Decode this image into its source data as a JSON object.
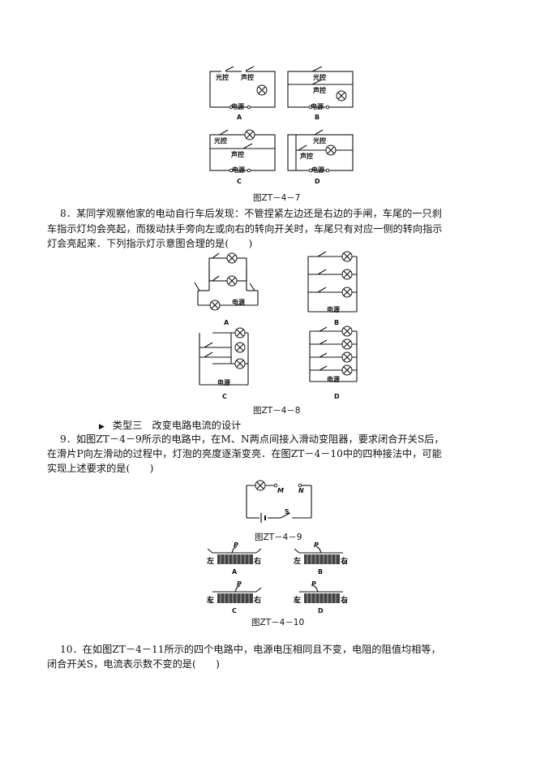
{
  "figures": {
    "fig7": {
      "caption": "图ZT－4－7",
      "labels": {
        "light": "光控",
        "sound": "声控",
        "power": "电源"
      },
      "options": [
        "A",
        "B",
        "C",
        "D"
      ]
    },
    "fig8": {
      "caption": "图ZT－4－8",
      "power": "电源",
      "options": [
        "A",
        "B",
        "C",
        "D"
      ]
    },
    "fig9": {
      "caption": "图ZT－4－9",
      "m": "M",
      "n": "N",
      "s": "S"
    },
    "fig10": {
      "caption": "图ZT－4－10",
      "left": "左",
      "right": "右",
      "p": "P",
      "options": [
        "A",
        "B",
        "C",
        "D"
      ]
    }
  },
  "q8": {
    "line1": "8．某同学观察他家的电动自行车后发现：不管捏紧左边还是右边的手闸，车尾的一只刹",
    "line2": "车指示灯均会亮起，而拨动扶手旁向左或向右的转向开关时，车尾只有对应一侧的转向指示",
    "line3": "灯会亮起来．下列指示灯示意图合理的是(　　)"
  },
  "section": {
    "marker": "▶",
    "title": "类型三　改变电路电流的设计"
  },
  "q9": {
    "line1": "9．如图ZT－4－9所示的电路中，在M、N两点间接入滑动变阻器，要求闭合开关S后，",
    "line2": "在滑片P向左滑动的过程中，灯泡的亮度逐渐变亮．在图ZT－4－10中的四种接法中，可能",
    "line3": "实现上述要求的是(　　)"
  },
  "q10": {
    "line1": "10．在如图ZT－4－11所示的四个电路中，电源电压相同且不变，电阻的阻值均相等，",
    "line2": "闭合开关S，电流表示数不变的是(　　)"
  }
}
